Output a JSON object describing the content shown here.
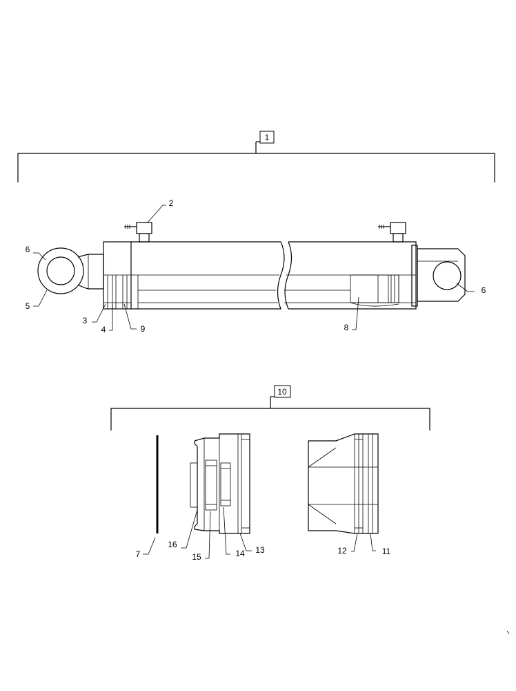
{
  "callouts": {
    "assembly_top": "1",
    "fitting": "2",
    "seal_3": "3",
    "seal_4": "4",
    "rod_eye": "5",
    "bushing_left": "6",
    "bushing_right": "6",
    "piston_rod": "8",
    "gland_bearing": "9",
    "assembly_bottom": "10",
    "ring_11": "11",
    "ring_12": "12",
    "ring_13": "13",
    "seal_14": "14",
    "seal_15": "15",
    "wiper_16": "16",
    "oring_7": "7"
  }
}
